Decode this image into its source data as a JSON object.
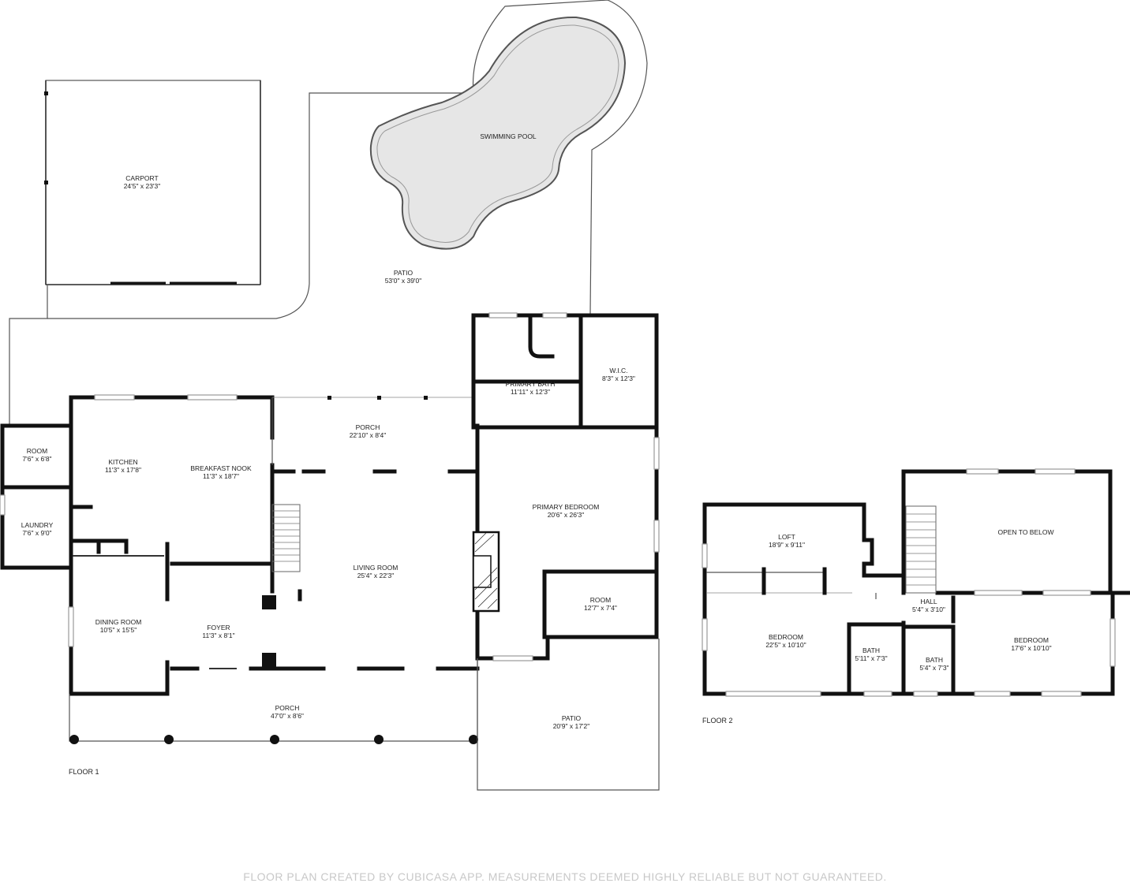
{
  "floors": {
    "floor1": "FLOOR 1",
    "floor2": "FLOOR 2"
  },
  "rooms": {
    "carport": {
      "name": "CARPORT",
      "dims": "24'5\" x 23'3\""
    },
    "pool": {
      "name": "SWIMMING POOL"
    },
    "patio_back": {
      "name": "PATIO",
      "dims": "53'0\" x 39'0\""
    },
    "room_small": {
      "name": "ROOM",
      "dims": "7'6\" x 6'8\""
    },
    "laundry": {
      "name": "LAUNDRY",
      "dims": "7'6\" x 9'0\""
    },
    "kitchen": {
      "name": "KITCHEN",
      "dims": "11'3\" x 17'8\""
    },
    "breakfast_nook": {
      "name": "BREAKFAST NOOK",
      "dims": "11'3\" x 18'7\""
    },
    "porch_back": {
      "name": "PORCH",
      "dims": "22'10\" x 8'4\""
    },
    "primary_bath": {
      "name": "PRIMARY BATH",
      "dims": "11'11\" x 12'3\""
    },
    "wic": {
      "name": "W.I.C.",
      "dims": "8'3\" x 12'3\""
    },
    "primary_bedroom": {
      "name": "PRIMARY BEDROOM",
      "dims": "20'6\" x 26'3\""
    },
    "living_room": {
      "name": "LIVING ROOM",
      "dims": "25'4\" x 22'3\""
    },
    "dining_room": {
      "name": "DINING ROOM",
      "dims": "10'5\" x 15'5\""
    },
    "foyer": {
      "name": "FOYER",
      "dims": "11'3\" x 8'1\""
    },
    "room_mid": {
      "name": "ROOM",
      "dims": "12'7\" x 7'4\""
    },
    "porch_front": {
      "name": "PORCH",
      "dims": "47'0\" x 8'6\""
    },
    "patio_side": {
      "name": "PATIO",
      "dims": "20'9\" x 17'2\""
    },
    "loft": {
      "name": "LOFT",
      "dims": "18'9\" x 9'11\""
    },
    "open_to_below": {
      "name": "OPEN TO BELOW"
    },
    "hall": {
      "name": "HALL",
      "dims": "5'4\" x 3'10\""
    },
    "bedroom_left": {
      "name": "BEDROOM",
      "dims": "22'5\" x 10'10\""
    },
    "bath_1": {
      "name": "BATH",
      "dims": "5'11\" x 7'3\""
    },
    "bath_2": {
      "name": "BATH",
      "dims": "5'4\" x 7'3\""
    },
    "bedroom_right": {
      "name": "BEDROOM",
      "dims": "17'6\" x 10'10\""
    }
  },
  "footer": "FLOOR PLAN CREATED BY CUBICASA APP. MEASUREMENTS DEEMED HIGHLY RELIABLE BUT NOT GUARANTEED.",
  "colors": {
    "wall": "#111111",
    "pool_fill": "#e6e6e6",
    "footer_text": "#c8c8c8"
  }
}
